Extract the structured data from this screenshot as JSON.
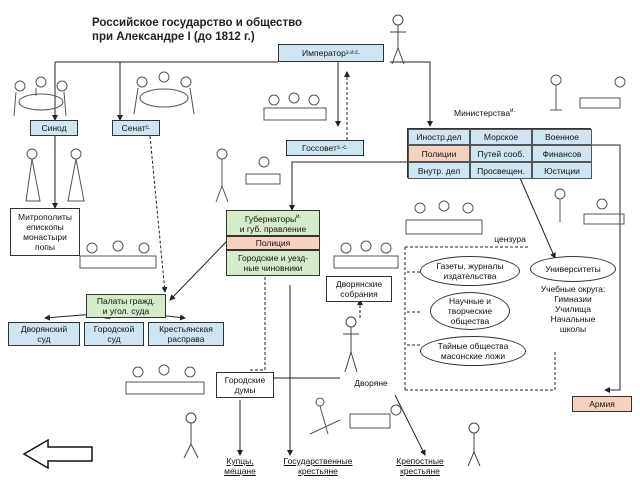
{
  "title": {
    "line1": "Российское государство и общество",
    "line2": "при Александре I (до 1812 г.)"
  },
  "emperor": {
    "label": "Император",
    "sup": "з.и.с."
  },
  "sinod": {
    "label": "Синод"
  },
  "senat": {
    "label": "Сенат",
    "sup": "с."
  },
  "gossovet": {
    "label": "Госсовет",
    "sup": "з.-с."
  },
  "ministries": {
    "label": "Министерства",
    "sup": "и.",
    "cells": [
      "Иностр.дел",
      "Морское",
      "Военное",
      "Полиции",
      "Путей сооб.",
      "Финансов",
      "Внутр. дел",
      "Просвещен.",
      "Юстиции"
    ]
  },
  "clergy": {
    "line1": "Митрополиты",
    "line2": "епископы",
    "line3": "монастыри",
    "line4": "попы"
  },
  "governors": {
    "line1": "Губернаторы",
    "sup": "и.",
    "line2": "и губ. правление"
  },
  "police": {
    "label": "Полиция"
  },
  "city_officials": {
    "line1": "Городские и уезд-",
    "line2": "ные чиновники"
  },
  "chambers": {
    "line1": "Палаты гражд.",
    "line2": "и угол. суда"
  },
  "courts": {
    "noble": {
      "line1": "Дворянский",
      "line2": "суд"
    },
    "city": {
      "line1": "Городской",
      "line2": "суд"
    },
    "peasant": {
      "line1": "Крестьянская",
      "line2": "расправа"
    }
  },
  "noble_assemblies": {
    "line1": "Дворянские",
    "line2": "собрания"
  },
  "censorship": {
    "label": "цензура"
  },
  "press": {
    "line1": "Газеты, журналы",
    "line2": "издательства"
  },
  "scientific": {
    "line1": "Научные и",
    "line2": "творческие",
    "line3": "общества"
  },
  "secret": {
    "line1": "Тайные общества",
    "line2": "масонские ложи"
  },
  "universities": {
    "label": "Университеты"
  },
  "districts": {
    "line1": "Учебные округа:",
    "line2": "Гимназии",
    "line3": "Училища",
    "line4": "Начальные",
    "line5": "школы"
  },
  "city_dumas": {
    "line1": "Городские",
    "line2": "думы"
  },
  "nobles": {
    "label": "Дворяне"
  },
  "army": {
    "label": "Армия"
  },
  "bottom": {
    "merchants": {
      "line1": "Купцы,",
      "line2": "мещане"
    },
    "state_peasants": {
      "line1": "Государственные",
      "line2": "крестьяне"
    },
    "serfs": {
      "line1": "Крепостные",
      "line2": "крестьяне"
    }
  },
  "colors": {
    "blue": "#cfe6f2",
    "green": "#d6ecc8",
    "salmon": "#f7d3bf"
  },
  "icons": {
    "back": "left-arrow-icon"
  }
}
